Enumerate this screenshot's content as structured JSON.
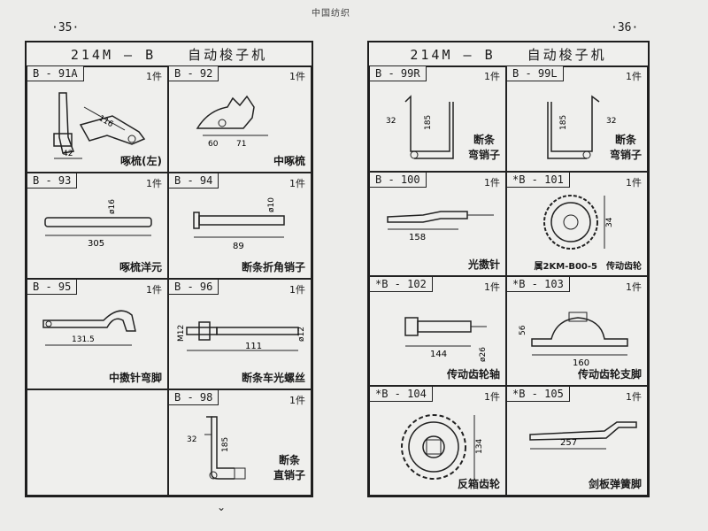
{
  "header_mark": "中国纺织",
  "left_page": {
    "number": "·35·",
    "title": "214M – B　　自动梭子机",
    "items": [
      {
        "code": "B - 91A",
        "qty": "1件",
        "name": "啄梳(左)",
        "dims": [
          "42",
          "116"
        ]
      },
      {
        "code": "B - 92",
        "qty": "1件",
        "name": "中啄梳",
        "dims": [
          "60",
          "71"
        ]
      },
      {
        "code": "B - 93",
        "qty": "1件",
        "name": "啄梳洋元",
        "dims": [
          "305",
          "ø16"
        ]
      },
      {
        "code": "B - 94",
        "qty": "1件",
        "name": "断条折角销子",
        "dims": [
          "89",
          "ø10"
        ]
      },
      {
        "code": "B - 95",
        "qty": "1件",
        "name": "中擞针弯脚",
        "dims": [
          "131.5"
        ]
      },
      {
        "code": "B - 96",
        "qty": "1件",
        "name": "断条车光螺丝",
        "dims": [
          "111",
          "M12",
          "ø12"
        ]
      },
      {
        "code": "B - 98",
        "qty": "1件",
        "name": "断条\n直销子",
        "dims": [
          "32",
          "185"
        ]
      }
    ]
  },
  "right_page": {
    "number": "·36·",
    "title": "214M – B　　自动梭子机",
    "items": [
      {
        "code": "B - 99R",
        "qty": "1件",
        "name": "断条\n弯销子",
        "dims": [
          "32",
          "185"
        ]
      },
      {
        "code": "B - 99L",
        "qty": "1件",
        "name": "断条\n弯销子",
        "dims": [
          "185",
          "32"
        ]
      },
      {
        "code": "B - 100",
        "qty": "1件",
        "name": "光擞针",
        "dims": [
          "158"
        ]
      },
      {
        "code": "*B - 101",
        "qty": "1件",
        "name": "属2KM-B00-5　传动齿轮",
        "dims": [
          "34"
        ]
      },
      {
        "code": "*B - 102",
        "qty": "1件",
        "name": "传动齿轮轴",
        "dims": [
          "144",
          "ø26"
        ]
      },
      {
        "code": "*B - 103",
        "qty": "1件",
        "name": "传动齿轮支脚",
        "dims": [
          "56",
          "160"
        ]
      },
      {
        "code": "*B - 104",
        "qty": "1件",
        "name": "反箱齿轮",
        "dims": [
          "134"
        ]
      },
      {
        "code": "*B - 105",
        "qty": "1件",
        "name": "剑板弹簧脚",
        "dims": [
          "257"
        ]
      }
    ]
  }
}
